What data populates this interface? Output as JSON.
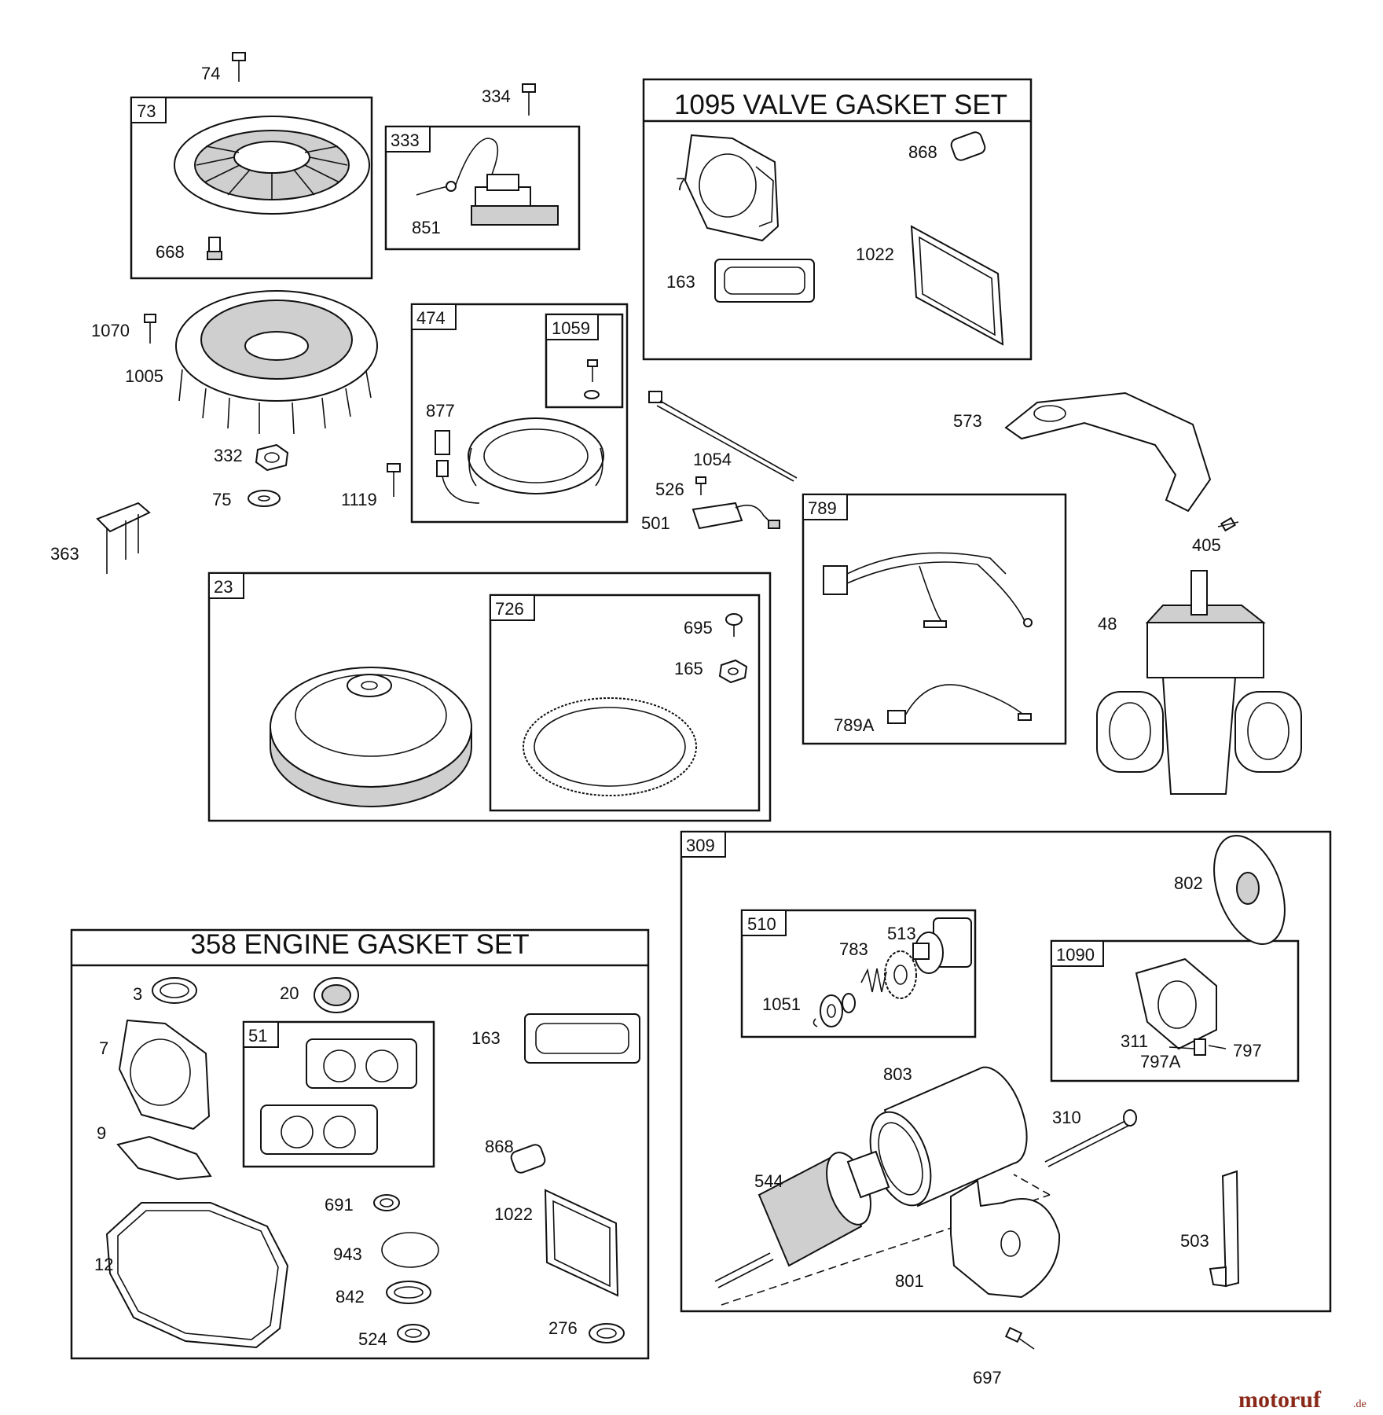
{
  "boxes": {
    "b73": "73",
    "b333": "333",
    "b474": "474",
    "b1059": "1059",
    "b23": "23",
    "b726": "726",
    "b789": "789",
    "b309": "309",
    "b510": "510",
    "b1090": "1090",
    "b51": "51"
  },
  "titles": {
    "valve_gasket_set": "1095 VALVE GASKET SET",
    "engine_gasket_set": "358 ENGINE GASKET SET"
  },
  "labels": {
    "p74": "74",
    "p334": "334",
    "p851": "851",
    "p668": "668",
    "p1070": "1070",
    "p1005": "1005",
    "p332": "332",
    "p75": "75",
    "p1119": "1119",
    "p363": "363",
    "p877": "877",
    "p7a": "7",
    "p868a": "868",
    "p163a": "163",
    "p1022a": "1022",
    "p1054": "1054",
    "p526": "526",
    "p501": "501",
    "p573": "573",
    "p405": "405",
    "p695": "695",
    "p165": "165",
    "p789a": "789A",
    "p48": "48",
    "p802": "802",
    "p783": "783",
    "p513": "513",
    "p1051": "1051",
    "p311": "311",
    "p797a": "797A",
    "p797": "797",
    "p803": "803",
    "p310": "310",
    "p544": "544",
    "p801": "801",
    "p503": "503",
    "p697": "697",
    "p3": "3",
    "p20": "20",
    "p7b": "7",
    "p9": "9",
    "p12": "12",
    "p163b": "163",
    "p868b": "868",
    "p1022b": "1022",
    "p691": "691",
    "p943": "943",
    "p842": "842",
    "p524": "524",
    "p276": "276"
  },
  "watermark": {
    "brand": "motoruf",
    "suffix": ".de"
  }
}
